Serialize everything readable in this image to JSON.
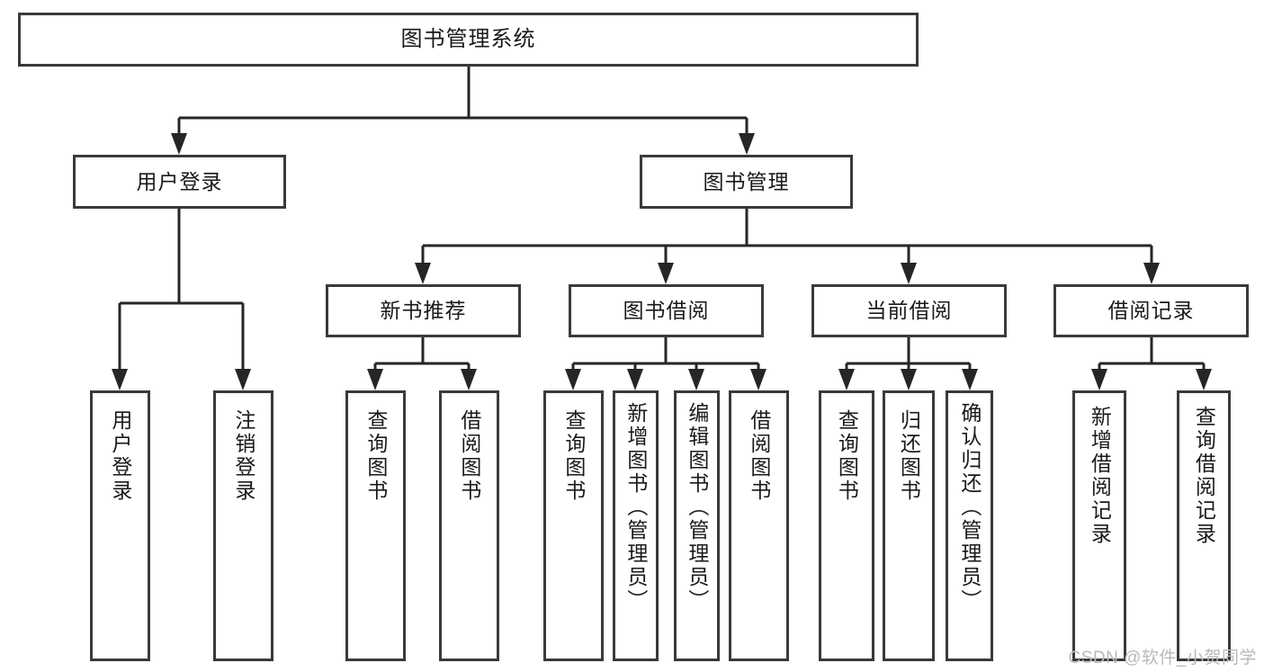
{
  "diagram": {
    "type": "tree",
    "title": "图书管理系统",
    "watermark": "CSDN @软件_小贺同学",
    "colors": {
      "box_border": "#3a3a3a",
      "connector": "#262626",
      "background": "#ffffff",
      "text": "#1a1a1a",
      "watermark": "#b9b9b9"
    },
    "nodes": {
      "root": {
        "label": "图书管理系统"
      },
      "level2": [
        {
          "label": "用户登录"
        },
        {
          "label": "图书管理"
        }
      ],
      "level3": [
        {
          "label": "新书推荐"
        },
        {
          "label": "图书借阅"
        },
        {
          "label": "当前借阅"
        },
        {
          "label": "借阅记录"
        }
      ],
      "leaves": {
        "user_login": [
          {
            "label": "用户登录"
          },
          {
            "label": "注销登录"
          }
        ],
        "new_book_recommend": [
          {
            "label": "查询图书"
          },
          {
            "label": "借阅图书"
          }
        ],
        "book_borrow": [
          {
            "label": "查询图书"
          },
          {
            "label": "新增图书（管理员）"
          },
          {
            "label": "编辑图书（管理员）"
          },
          {
            "label": "借阅图书"
          }
        ],
        "current_borrow": [
          {
            "label": "查询图书"
          },
          {
            "label": "归还图书"
          },
          {
            "label": "确认归还（管理员）"
          }
        ],
        "borrow_record": [
          {
            "label": "新增借阅记录"
          },
          {
            "label": "查询借阅记录"
          }
        ]
      }
    }
  }
}
